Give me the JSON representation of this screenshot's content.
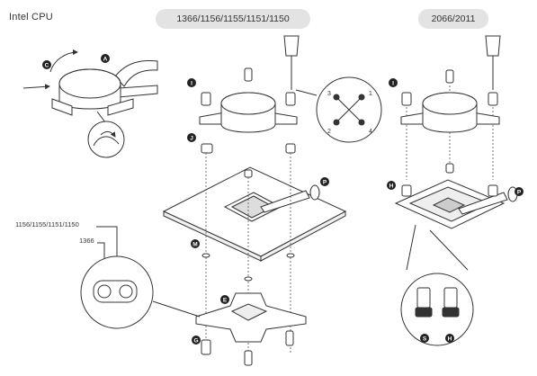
{
  "title": "Intel CPU",
  "sections": {
    "left_socket_label": "1366/1156/1155/1151/1150",
    "right_socket_label": "2066/2011"
  },
  "callouts": {
    "standoff_sizes_outer": "1156/1155/1151/1150",
    "standoff_sizes_inner": "1366"
  },
  "markers": {
    "A": "A",
    "C": "C",
    "E": "E",
    "G": "G",
    "H": "H",
    "I": "I",
    "J": "J",
    "M": "M",
    "P": "P",
    "S": "S"
  },
  "screw_order": [
    "1",
    "2",
    "3",
    "4"
  ],
  "colors": {
    "line": "#333333",
    "marker_fill": "#222222",
    "pill_bg": "#e3e3e3"
  }
}
